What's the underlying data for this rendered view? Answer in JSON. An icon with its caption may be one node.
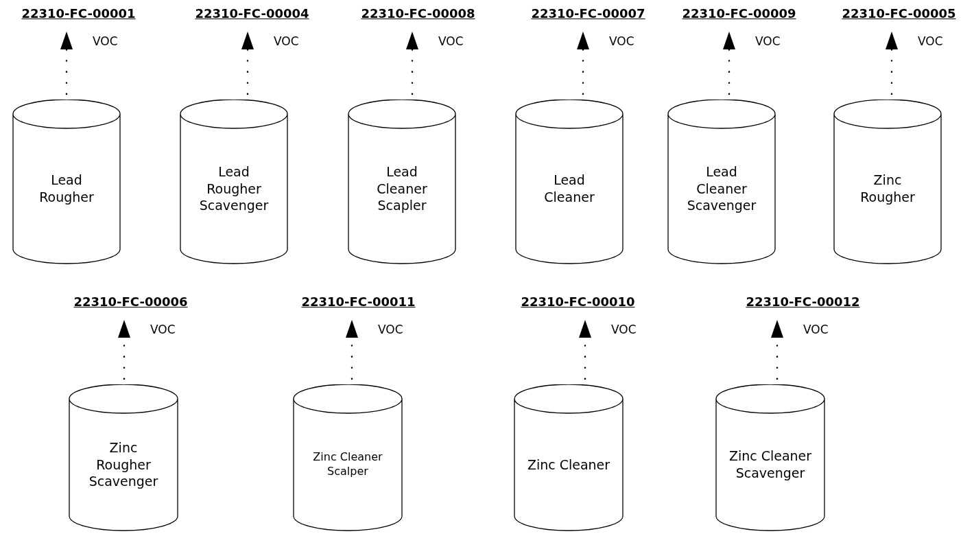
{
  "diagram": {
    "nodes": [
      {
        "text": [
          "22310-FC-00001"
        ]
      },
      {
        "text": [
          "Lead Rougher"
        ]
      },
      {
        "text": [
          "22310-FC-00004"
        ]
      },
      {
        "text": [
          "Lead Rougher Scavenger"
        ]
      },
      {
        "text": [
          "22310-FC-00008"
        ]
      },
      {
        "text": [
          "Lead Cleaner Scapler"
        ]
      },
      {
        "text": [
          "22310-FC-00007"
        ]
      },
      {
        "text": [
          "Lead Cleaner"
        ]
      },
      {
        "text": [
          "22310-FC-00009"
        ]
      },
      {
        "text": [
          "Lead Cleaner Scavenger"
        ]
      },
      {
        "text": [
          "22310-FC-00005"
        ]
      },
      {
        "text": [
          "Zinc Rougher"
        ]
      },
      {
        "text": [
          "22310-FC-00006"
        ]
      },
      {
        "text": [
          "Zinc Rougher Scavenger"
        ]
      },
      {
        "text": [
          "22310-FC-00011"
        ]
      },
      {
        "text": [
          "Zinc Cleaner Scalper"
        ]
      },
      {
        "text": [
          "22310-FC-00010"
        ]
      },
      {
        "text": [
          "Zinc Cleaner"
        ]
      },
      {
        "text": [
          "22310-FC-00012"
        ]
      },
      {
        "text": [
          "Zinc Cleaner Scavenger"
        ]
      }
    ],
    "edges": [
      {
        "from": 1,
        "to": 0,
        "arrow": "to",
        "label": "VOC",
        "style": "dashed"
      },
      {
        "from": 3,
        "to": 2,
        "arrow": "to",
        "label": "VOC",
        "style": "dashed"
      },
      {
        "from": 5,
        "to": 4,
        "arrow": "to",
        "label": "VOC",
        "style": "dashed"
      },
      {
        "from": 7,
        "to": 6,
        "arrow": "to",
        "label": "VOC",
        "style": "dashed"
      },
      {
        "from": 9,
        "to": 8,
        "arrow": "to",
        "label": "VOC",
        "style": "dashed"
      },
      {
        "from": 11,
        "to": 10,
        "arrow": "to",
        "label": "VOC",
        "style": "dashed"
      },
      {
        "from": 13,
        "to": 12,
        "arrow": "to",
        "label": "VOC",
        "style": "dashed"
      },
      {
        "from": 15,
        "to": 14,
        "arrow": "to",
        "label": "VOC",
        "style": "dashed"
      },
      {
        "from": 17,
        "to": 16,
        "arrow": "to",
        "label": "VOC",
        "style": "dashed"
      },
      {
        "from": 19,
        "to": 18,
        "arrow": "to",
        "label": "VOC",
        "style": "dashed"
      }
    ]
  }
}
